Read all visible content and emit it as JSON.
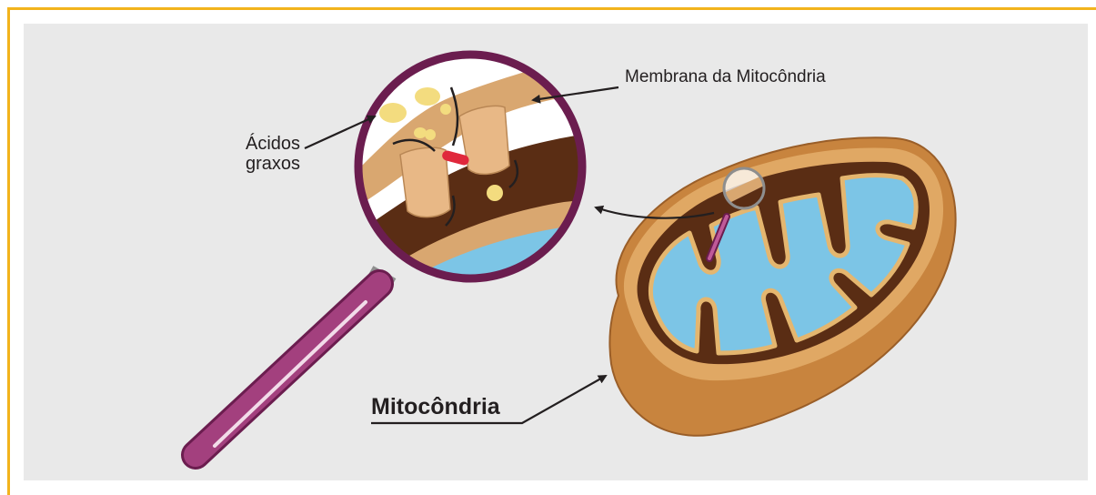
{
  "labels": {
    "membrane": "Membrana da Mitocôndria",
    "acids_line1": "Ácidos",
    "acids_line2": "graxos",
    "mitochondria": "Mitocôndria"
  },
  "colors": {
    "frame": "#f2b31c",
    "background": "#e9e9e9",
    "magnifier_handle": "#a3407e",
    "magnifier_rim": "#6b1d4f",
    "membrane": "#d9a770",
    "intermembrane": "#5a2d14",
    "matrix": "#7cc5e6",
    "fatty_acid": "#f3dc7f",
    "transport_molecule": "#e0283c"
  },
  "icons": [
    "magnifying-glass-icon",
    "small-magnifying-glass-icon"
  ]
}
